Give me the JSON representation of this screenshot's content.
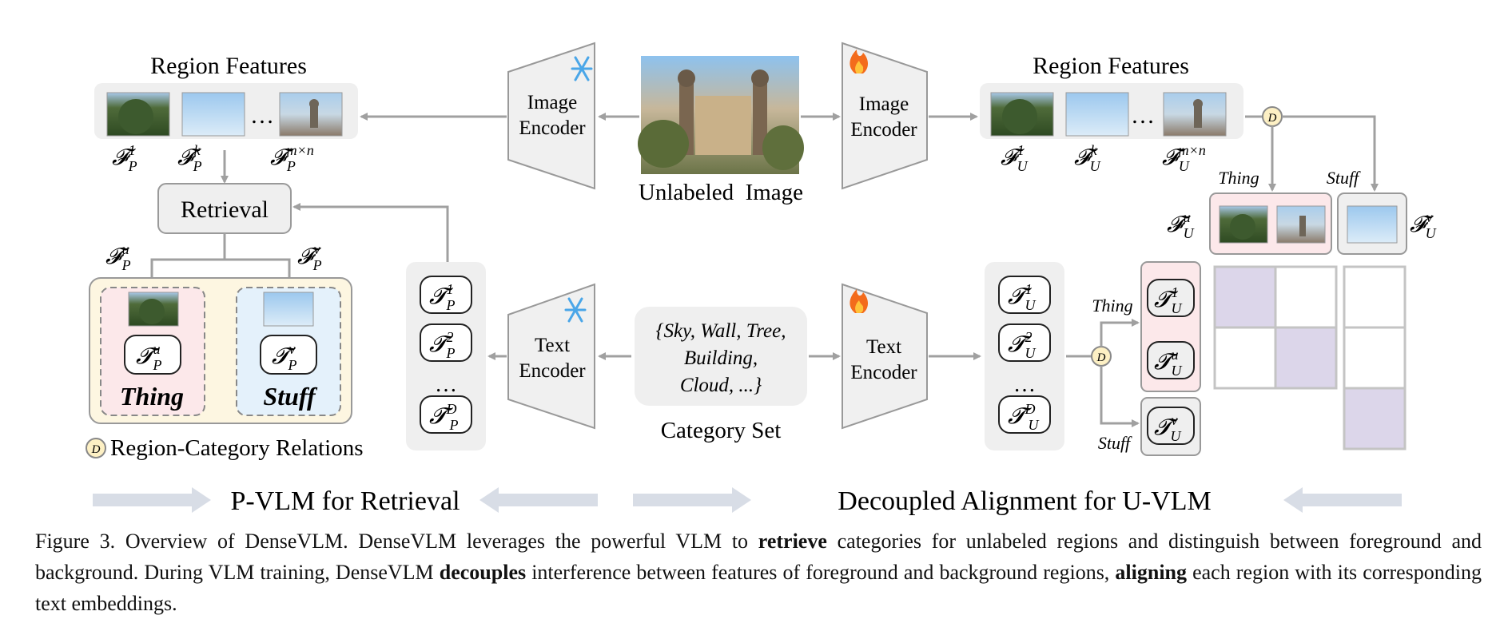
{
  "figure": {
    "left": {
      "region_features_title": "Region Features",
      "dots": "…",
      "feat_label_1": "𝓕",
      "retrieval": "Retrieval",
      "thing": "Thing",
      "stuff": "Stuff",
      "relations_legend": "Region-Category Relations",
      "d_symbol": "D",
      "bottom_label": "P-VLM for Retrieval"
    },
    "center": {
      "image_encoder": [
        "Image",
        "Encoder"
      ],
      "text_encoder": [
        "Text",
        "Encoder"
      ],
      "unlabeled_image": "Unlabeled  Image",
      "category_set_items": [
        "{Sky, Wall, Tree,",
        "Building,",
        "Cloud, ...}"
      ],
      "category_set_label": "Category Set",
      "frozen_icon": "snowflake-icon",
      "trainable_icon": "fire-icon"
    },
    "right": {
      "region_features_title": "Region Features",
      "thing": "Thing",
      "stuff": "Stuff",
      "bottom_label": "Decoupled Alignment for U-VLM"
    },
    "colors": {
      "panel_gray": "#efefef",
      "encoder_fill": "#f0f0f0",
      "arrow": "#a0a0a0",
      "thing_pink": "#fce8ea",
      "stuff_blue": "#e4f1fb",
      "yellow_box": "#fdf6e1",
      "matrix_purple": "#dcd6ea",
      "big_arrow": "#d8dde6",
      "d_circle": "#fdf0c4"
    }
  },
  "caption": {
    "p1": "Figure 3. Overview of DenseVLM. DenseVLM leverages the powerful VLM to ",
    "b1": "retrieve",
    "p2": " categories for unlabeled regions and distinguish between foreground and background.  During VLM training, DenseVLM ",
    "b2": "decouples",
    "p3": " interference between features of foreground and background regions, ",
    "b3": "aligning",
    "p4": " each region with its corresponding text embeddings."
  }
}
